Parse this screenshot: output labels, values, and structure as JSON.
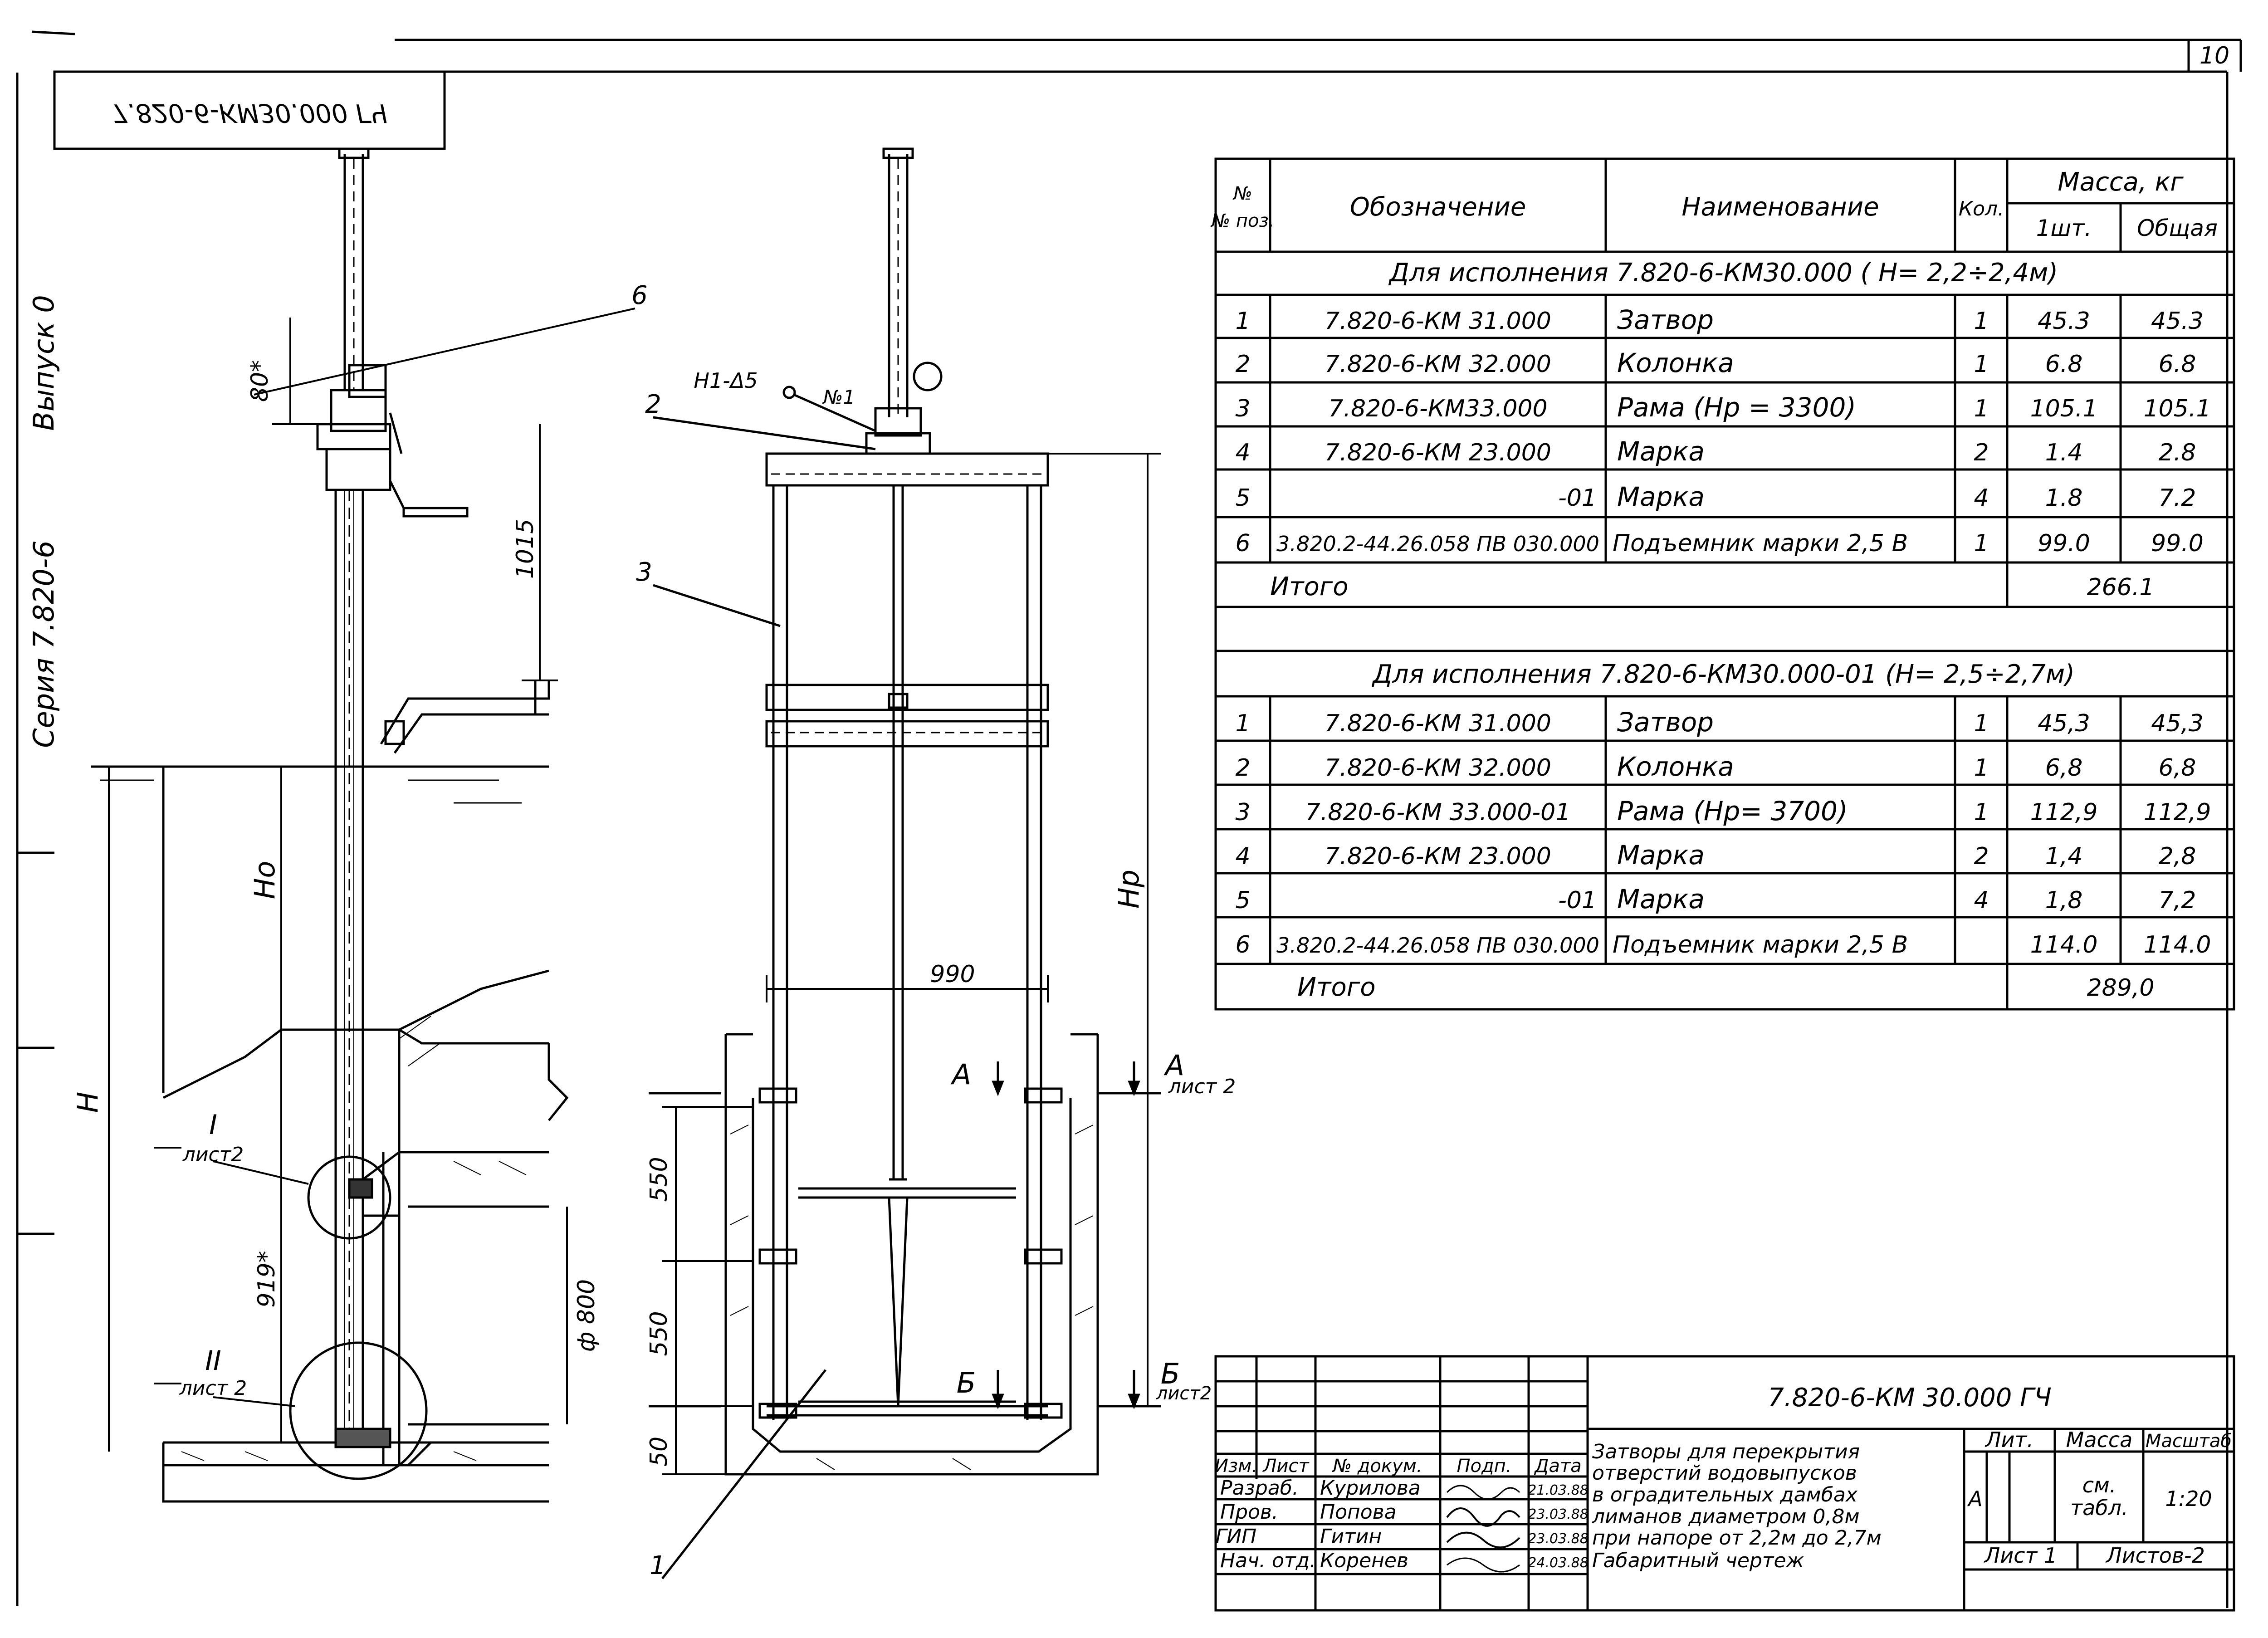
{
  "sheet_number": "10",
  "stamp_mirrored": "7.820-6-КМ30.000 ГЧ",
  "side_labels": {
    "series": "Серия  7.820-6",
    "issue": "Выпуск 0"
  },
  "drawing_labels": {
    "pos6": "6",
    "pos2": "2",
    "pos3": "3",
    "pos1": "1",
    "h1": "Н1-Δ5",
    "n1": "№1",
    "dim80": "80*",
    "dim1015": "1015",
    "ho": "Но",
    "h": "Н",
    "hp": "Нр",
    "dim919": "919*",
    "phi800": "ф 800",
    "dim550a": "550",
    "dim550b": "550",
    "dim50": "50",
    "dim990": "990",
    "sec_a1": "А",
    "sec_a2": "А",
    "sec_b1": "Б",
    "sec_b2": "Б",
    "list2_a": "лист 2",
    "list2_b": "лист2",
    "node1": "I",
    "node1_ref": "лист2",
    "node2": "II",
    "node2_ref": "лист 2"
  },
  "spec_table": {
    "headers": {
      "pos": "№ поз.",
      "designation": "Обозначение",
      "name": "Наименование",
      "qty": "Кол.",
      "mass": "Масса, кг",
      "unit": "1шт.",
      "total": "Общая"
    },
    "groups": [
      {
        "title": "Для  исполнения  7.820-6-КМ30.000  ( Н= 2,2÷2,4м)",
        "rows": [
          {
            "pos": "1",
            "designation": "7.820-6-КМ 31.000",
            "name": "Затвор",
            "qty": "1",
            "unit": "45.3",
            "total": "45.3"
          },
          {
            "pos": "2",
            "designation": "7.820-6-КМ 32.000",
            "name": "Колонка",
            "qty": "1",
            "unit": "6.8",
            "total": "6.8"
          },
          {
            "pos": "3",
            "designation": "7.820-6-КМ33.000",
            "name": "Рама    (Нр = 3300)",
            "qty": "1",
            "unit": "105.1",
            "total": "105.1"
          },
          {
            "pos": "4",
            "designation": "7.820-6-КМ 23.000",
            "name": "Марка",
            "qty": "2",
            "unit": "1.4",
            "total": "2.8"
          },
          {
            "pos": "5",
            "designation": "-01",
            "name": "Марка",
            "qty": "4",
            "unit": "1.8",
            "total": "7.2"
          },
          {
            "pos": "6",
            "designation": "3.820.2-44.26.058 ПВ 030.000",
            "name": "Подъемник марки 2,5 В",
            "qty": "1",
            "unit": "99.0",
            "total": "99.0"
          }
        ],
        "total_label": "Итого",
        "total_value": "266.1"
      },
      {
        "title": "Для  исполнения  7.820-6-КМ30.000-01 (Н= 2,5÷2,7м)",
        "rows": [
          {
            "pos": "1",
            "designation": "7.820-6-КМ 31.000",
            "name": "Затвор",
            "qty": "1",
            "unit": "45,3",
            "total": "45,3"
          },
          {
            "pos": "2",
            "designation": "7.820-6-КМ 32.000",
            "name": "Колонка",
            "qty": "1",
            "unit": "6,8",
            "total": "6,8"
          },
          {
            "pos": "3",
            "designation": "7.820-6-КМ 33.000-01",
            "name": "Рама    (Нр= 3700)",
            "qty": "1",
            "unit": "112,9",
            "total": "112,9"
          },
          {
            "pos": "4",
            "designation": "7.820-6-КМ 23.000",
            "name": "Марка",
            "qty": "2",
            "unit": "1,4",
            "total": "2,8"
          },
          {
            "pos": "5",
            "designation": "-01",
            "name": "Марка",
            "qty": "4",
            "unit": "1,8",
            "total": "7,2"
          },
          {
            "pos": "6",
            "designation": "3.820.2-44.26.058 ПВ 030.000",
            "name": "Подъемник марки 2,5 В",
            "qty": "",
            "unit": "114.0",
            "total": "114.0"
          }
        ],
        "total_label": "Итого",
        "total_value": "289,0"
      }
    ]
  },
  "title_block": {
    "code": "7.820-6-КМ 30.000 ГЧ",
    "description": [
      "Затворы для перекрытия",
      "отверстий водовыпусков",
      "в оградительных дамбах",
      "лиманов диаметром 0,8м",
      "при напоре от 2,2м до 2,7м",
      "Габаритный   чертеж"
    ],
    "headers": {
      "izm": "Изм.",
      "list": "Лист",
      "doc": "№ докум.",
      "sign": "Подп.",
      "date": "Дата"
    },
    "people": [
      {
        "role": "Разраб.",
        "name": "Курилова",
        "date": "21.03.88"
      },
      {
        "role": "Пров.",
        "name": "Попова",
        "date": "23.03.88"
      },
      {
        "role": "ГИП",
        "name": "Гитин",
        "date": "23.03.88"
      },
      {
        "role": "Нач. отд.",
        "name": "Коренев",
        "date": "24.03.88"
      }
    ],
    "lit_label": "Лит.",
    "mass_label": "Масса",
    "scale_label": "Масштаб",
    "lit_value": "А",
    "mass_value_1": "см.",
    "mass_value_2": "табл.",
    "scale_value": "1:20",
    "sheet_label": "Лист 1",
    "sheets_label": "Листов-2"
  }
}
